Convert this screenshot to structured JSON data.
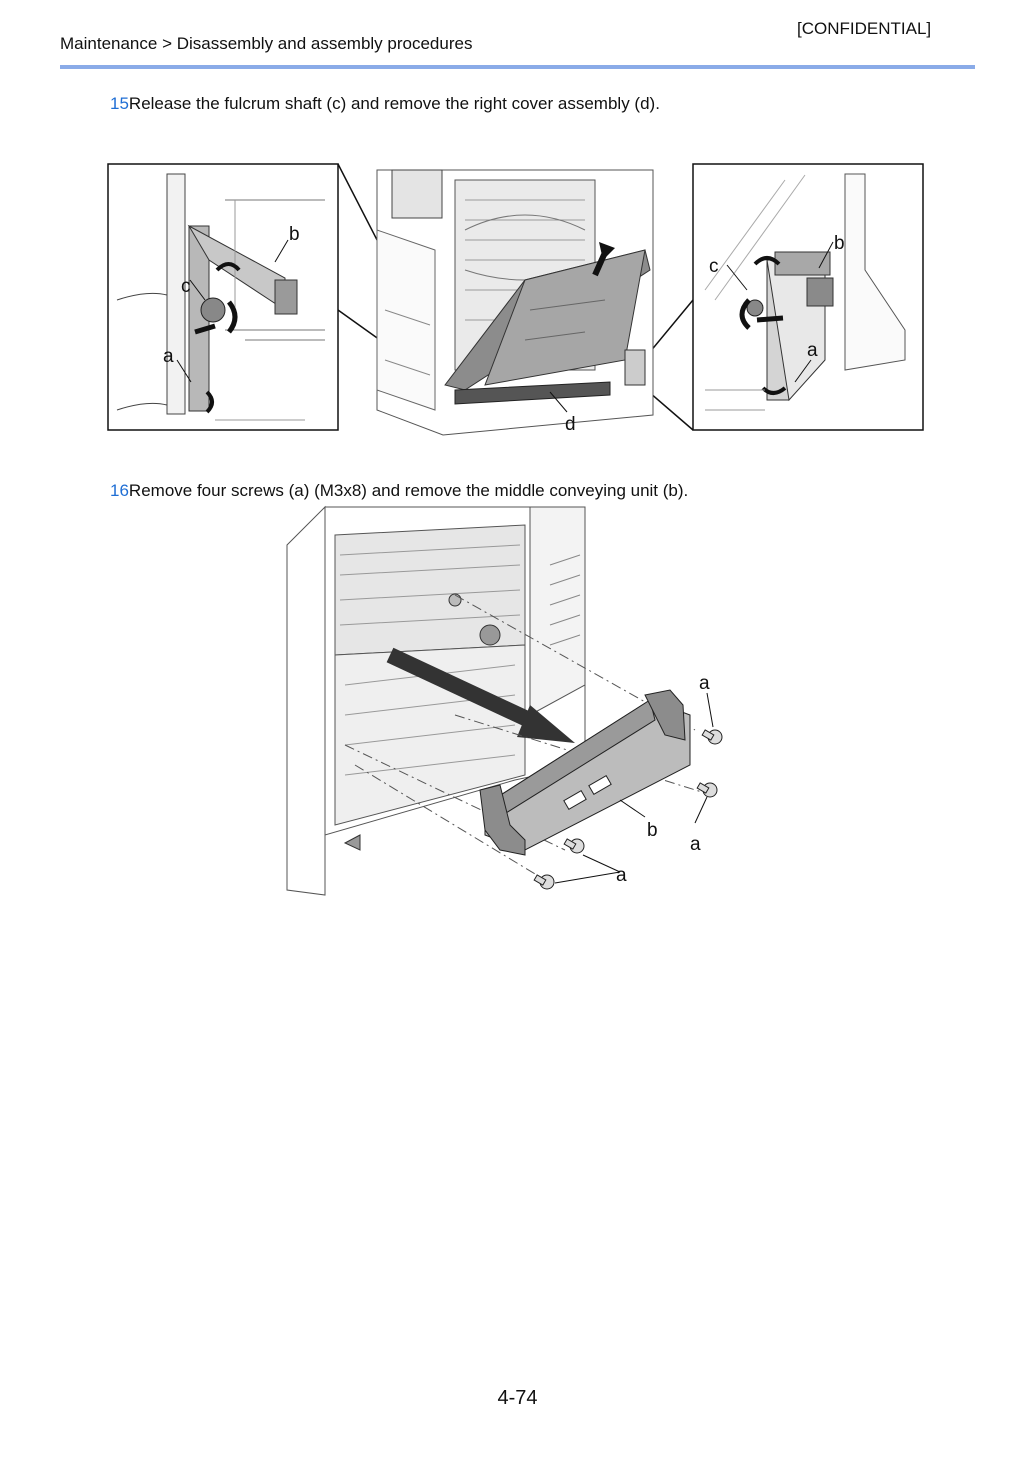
{
  "header": {
    "confidential": "[CONFIDENTIAL]",
    "breadcrumb": "Maintenance > Disassembly and assembly procedures"
  },
  "steps": [
    {
      "number": "15",
      "text": "Release the fulcrum shaft (c) and remove the right cover assembly (d).",
      "callouts": {
        "a_left": "a",
        "b_left": "b",
        "c_left": "c",
        "d_main": "d",
        "c_right": "c",
        "b_right": "b",
        "a_right": "a"
      }
    },
    {
      "number": "16",
      "text": "Remove four screws (a) (M3x8) and remove the middle conveying unit (b).",
      "callouts": {
        "a1": "a",
        "a2": "a",
        "a3": "a",
        "b": "b"
      }
    }
  ],
  "footer": {
    "page_number": "4-74"
  }
}
